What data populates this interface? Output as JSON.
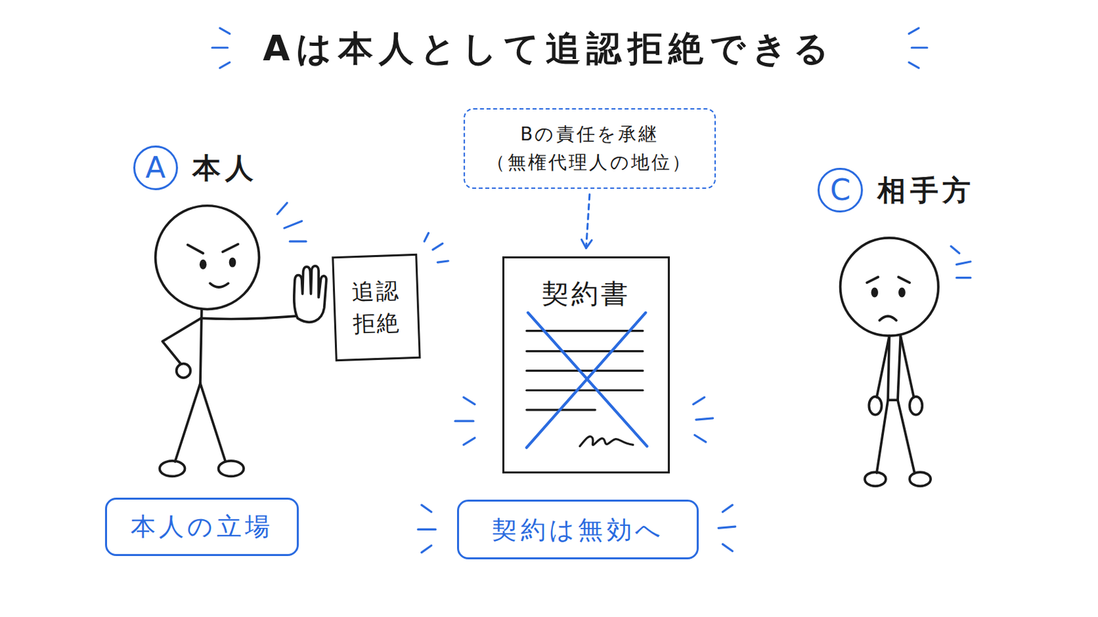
{
  "diagram": {
    "title": "Aは本人として追認拒絶できる",
    "nodes": [
      {
        "text": [
          "Bの責任を承継 （無権代理人の地位）"
        ]
      },
      {
        "text": [
          "A",
          "本人"
        ]
      },
      {
        "text": [
          "C",
          "相手方"
        ]
      },
      {
        "text": [
          "追認 拒絶"
        ]
      },
      {
        "text": [
          "契約書"
        ]
      },
      {
        "text": [
          "本人の立場"
        ]
      },
      {
        "text": [
          "契約は無効へ"
        ]
      }
    ],
    "edges": [
      {
        "from": 0,
        "to": 4,
        "arrow": "to"
      }
    ]
  }
}
